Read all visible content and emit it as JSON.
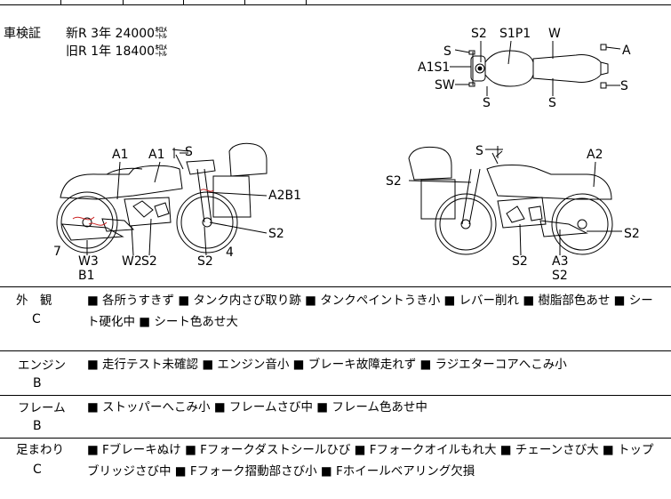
{
  "shaken": {
    "label": "車検証",
    "new_line": "新R 3年 24000㌖",
    "old_line": "旧R 1年 18400㌖"
  },
  "top_view": {
    "labels": [
      "S2",
      "S1P1",
      "W",
      "S",
      "A",
      "A1S1",
      "SW",
      "S",
      "S",
      "S"
    ]
  },
  "left_side": {
    "labels": [
      "A1",
      "A1",
      "S",
      "A2B1",
      "S2",
      "7",
      "W3",
      "B1",
      "W2",
      "S2",
      "S2",
      "4"
    ]
  },
  "right_side": {
    "labels": [
      "S",
      "A2",
      "S2",
      "S2",
      "S2",
      "A3",
      "S2"
    ]
  },
  "conditions": [
    {
      "category": "外　観",
      "grade": "C",
      "notes": "■ 各所うすきず ■ タンク内さび取り跡 ■ タンクペイントうき小 ■ レバー削れ ■ 樹脂部色あせ ■ シート硬化中 ■ シート色あせ大"
    },
    {
      "category": "エンジン",
      "grade": "B",
      "notes": "■ 走行テスト未確認 ■ エンジン音小 ■ ブレーキ故障走れず ■ ラジエターコアへこみ小"
    },
    {
      "category": "フレーム",
      "grade": "B",
      "notes": "■ ストッパーへこみ小 ■ フレームさび中 ■ フレーム色あせ中"
    },
    {
      "category": "足まわり",
      "grade": "C",
      "notes": "■ Fブレーキぬけ ■ Fフォークダストシールひび ■ Fフォークオイルもれ大 ■ チェーンさび大 ■ トップブリッジさび中 ■ Fフォーク摺動部さび小 ■ Fホイールベアリング欠損"
    }
  ],
  "colors": {
    "line": "#000000",
    "rust_mark": "#cc2222"
  }
}
